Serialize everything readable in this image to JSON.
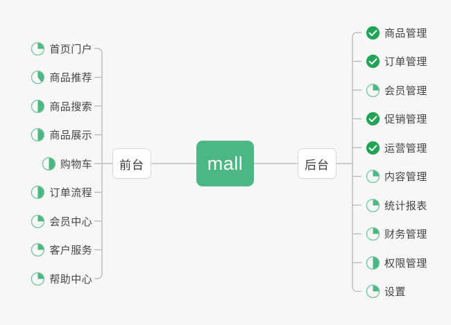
{
  "diagram": {
    "type": "mind-map",
    "background_color": "#f7f7f7",
    "accent_color": "#4cb782",
    "line_color": "#b4b4b4",
    "text_color": "#444444",
    "root": {
      "label": "mall"
    },
    "branches": [
      {
        "side": "left",
        "node": {
          "label": "前台"
        },
        "items": [
          {
            "label": "首页门户",
            "icon": "pie-progress-icon",
            "progress": 25,
            "status": "in-progress"
          },
          {
            "label": "商品推荐",
            "icon": "pie-progress-icon",
            "progress": 40,
            "status": "in-progress"
          },
          {
            "label": "商品搜索",
            "icon": "pie-progress-icon",
            "progress": 50,
            "status": "in-progress"
          },
          {
            "label": "商品展示",
            "icon": "pie-progress-icon",
            "progress": 50,
            "status": "in-progress"
          },
          {
            "label": "购物车",
            "icon": "pie-progress-icon",
            "progress": 50,
            "status": "in-progress"
          },
          {
            "label": "订单流程",
            "icon": "pie-progress-icon",
            "progress": 50,
            "status": "in-progress"
          },
          {
            "label": "会员中心",
            "icon": "pie-progress-icon",
            "progress": 25,
            "status": "in-progress"
          },
          {
            "label": "客户服务",
            "icon": "pie-progress-icon",
            "progress": 25,
            "status": "in-progress"
          },
          {
            "label": "帮助中心",
            "icon": "pie-progress-icon",
            "progress": 25,
            "status": "in-progress"
          }
        ]
      },
      {
        "side": "right",
        "node": {
          "label": "后台"
        },
        "items": [
          {
            "label": "商品管理",
            "icon": "check-circle-icon",
            "progress": 100,
            "status": "done"
          },
          {
            "label": "订单管理",
            "icon": "check-circle-icon",
            "progress": 100,
            "status": "done"
          },
          {
            "label": "会员管理",
            "icon": "pie-progress-icon",
            "progress": 25,
            "status": "in-progress"
          },
          {
            "label": "促销管理",
            "icon": "check-circle-icon",
            "progress": 100,
            "status": "done"
          },
          {
            "label": "运营管理",
            "icon": "check-circle-icon",
            "progress": 100,
            "status": "done"
          },
          {
            "label": "内容管理",
            "icon": "pie-progress-icon",
            "progress": 25,
            "status": "in-progress"
          },
          {
            "label": "统计报表",
            "icon": "pie-progress-icon",
            "progress": 25,
            "status": "in-progress"
          },
          {
            "label": "财务管理",
            "icon": "pie-progress-icon",
            "progress": 25,
            "status": "in-progress"
          },
          {
            "label": "权限管理",
            "icon": "pie-progress-icon",
            "progress": 50,
            "status": "in-progress"
          },
          {
            "label": "设置",
            "icon": "pie-progress-icon",
            "progress": 25,
            "status": "in-progress"
          }
        ]
      }
    ]
  }
}
